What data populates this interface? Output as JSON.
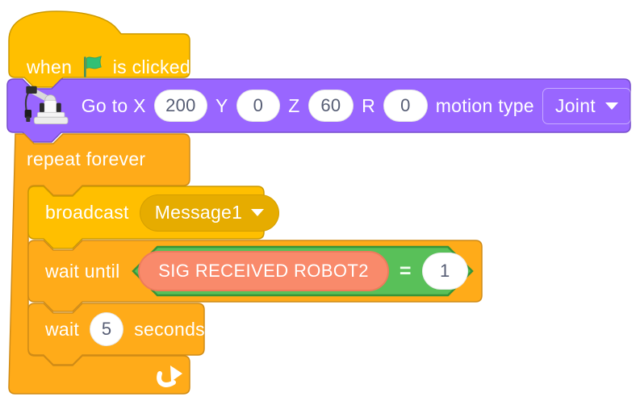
{
  "app": "scratch-style-block-script",
  "colors": {
    "events_yellow": "#FFBF00",
    "events_yellow_border": "#CC9900",
    "events_dropdown_fill": "#E6AC00",
    "control_orange": "#FFAB19",
    "control_orange_border": "#CF8B17",
    "extension_purple": "#9966FF",
    "extension_purple_border": "#774DCB",
    "operator_green": "#59C059",
    "operator_green_border": "#389438",
    "reporter_salmon": "#F98A6B",
    "reporter_salmon_border": "#ED7B5C",
    "input_text": "#575E75",
    "label_text": "#FFFFFF",
    "flag_green": "#31C075"
  },
  "blocks": {
    "when_flag_clicked": {
      "when": "when",
      "is_clicked": "is clicked",
      "flag_icon": "green-flag-icon"
    },
    "go_to_xyzr": {
      "robot_icon": "robot-arm-icon",
      "go_to_x": "Go to X",
      "x": "200",
      "y_label": "Y",
      "y": "0",
      "z_label": "Z",
      "z": "60",
      "r_label": "R",
      "r": "0",
      "motion_type": "motion type",
      "motion_value": "Joint"
    },
    "repeat_forever": {
      "label": "repeat forever",
      "loop_icon": "loop-arrow-icon"
    },
    "broadcast": {
      "label": "broadcast",
      "message": "Message1"
    },
    "wait_until": {
      "label": "wait until",
      "variable": "SIG RECEIVED ROBOT2",
      "operator": "=",
      "value": "1"
    },
    "wait_seconds": {
      "wait": "wait",
      "value": "5",
      "seconds": "seconds"
    }
  }
}
